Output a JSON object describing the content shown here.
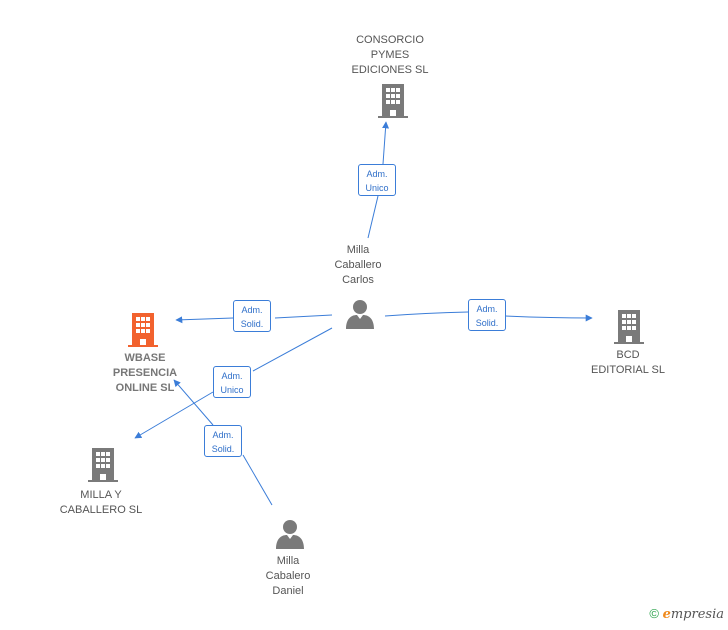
{
  "nodes": {
    "consorcio": {
      "lines": [
        "CONSORCIO",
        "PYMES",
        "EDICIONES SL"
      ],
      "type": "company"
    },
    "wbase": {
      "lines": [
        "WBASE",
        "PRESENCIA",
        "ONLINE  SL"
      ],
      "type": "company-main"
    },
    "bcd": {
      "lines": [
        "BCD",
        "EDITORIAL SL"
      ],
      "type": "company"
    },
    "milla_caballero_sl": {
      "lines": [
        "MILLA Y",
        "CABALLERO SL"
      ],
      "type": "company"
    },
    "carlos": {
      "lines": [
        "Milla",
        "Caballero",
        "Carlos"
      ],
      "type": "person"
    },
    "daniel": {
      "lines": [
        "Milla",
        "Cabalero",
        "Daniel"
      ],
      "type": "person"
    }
  },
  "edges": [
    {
      "from": "carlos",
      "to": "consorcio",
      "label": [
        "Adm.",
        "Unico"
      ]
    },
    {
      "from": "carlos",
      "to": "wbase",
      "label": [
        "Adm.",
        "Solid."
      ]
    },
    {
      "from": "carlos",
      "to": "bcd",
      "label": [
        "Adm.",
        "Solid."
      ]
    },
    {
      "from": "carlos",
      "to": "milla_caballero_sl",
      "label": [
        "Adm.",
        "Unico"
      ]
    },
    {
      "from": "daniel",
      "to": "wbase",
      "label": [
        "Adm.",
        "Solid."
      ]
    }
  ],
  "colors": {
    "edge": "#3b7dd8",
    "company_icon": "#7a7a7a",
    "main_company_icon": "#f2622e",
    "person_icon": "#7a7a7a"
  },
  "footer": {
    "copyright": "©",
    "brand_initial": "e",
    "brand_rest": "mpresia"
  }
}
